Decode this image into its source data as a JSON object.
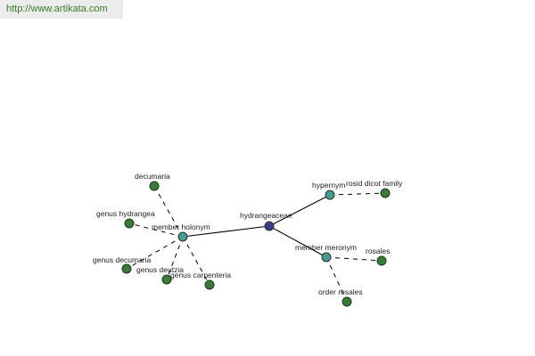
{
  "banner": {
    "url": "http://www.artikata.com"
  },
  "colors": {
    "center": "#3b3b8a",
    "relation": "#4a9a9a",
    "leaf": "#3a7a3a"
  },
  "nodes": [
    {
      "id": "hydrangeaceae",
      "label": "hydrangeaceae",
      "kind": "center"
    },
    {
      "id": "member_holonym",
      "label": "member holonym",
      "kind": "relation"
    },
    {
      "id": "hypernym",
      "label": "hypernym",
      "kind": "relation"
    },
    {
      "id": "member_meronym",
      "label": "member meronym",
      "kind": "relation"
    },
    {
      "id": "decumaria",
      "label": "decumaria",
      "kind": "leaf"
    },
    {
      "id": "genus_hydrangea",
      "label": "genus hydrangea",
      "kind": "leaf"
    },
    {
      "id": "genus_decumaria",
      "label": "genus decumaria",
      "kind": "leaf"
    },
    {
      "id": "genus_deutzia",
      "label": "genus deutzia",
      "kind": "leaf"
    },
    {
      "id": "genus_carpenteria",
      "label": "genus carpenteria",
      "kind": "leaf"
    },
    {
      "id": "rosid_dicot_family",
      "label": "rosid dicot family",
      "kind": "leaf"
    },
    {
      "id": "rosales",
      "label": "rosales",
      "kind": "leaf"
    },
    {
      "id": "order_rosales",
      "label": "order rosales",
      "kind": "leaf"
    }
  ],
  "edges": [
    {
      "from": "hydrangeaceae",
      "to": "member_holonym",
      "style": "solid"
    },
    {
      "from": "hydrangeaceae",
      "to": "hypernym",
      "style": "solid"
    },
    {
      "from": "hydrangeaceae",
      "to": "member_meronym",
      "style": "solid"
    },
    {
      "from": "member_holonym",
      "to": "decumaria",
      "style": "dashed"
    },
    {
      "from": "member_holonym",
      "to": "genus_hydrangea",
      "style": "dashed"
    },
    {
      "from": "member_holonym",
      "to": "genus_decumaria",
      "style": "dashed"
    },
    {
      "from": "member_holonym",
      "to": "genus_deutzia",
      "style": "dashed"
    },
    {
      "from": "member_holonym",
      "to": "genus_carpenteria",
      "style": "dashed"
    },
    {
      "from": "hypernym",
      "to": "rosid_dicot_family",
      "style": "dashed"
    },
    {
      "from": "member_meronym",
      "to": "rosales",
      "style": "dashed"
    },
    {
      "from": "member_meronym",
      "to": "order_rosales",
      "style": "dashed"
    }
  ]
}
